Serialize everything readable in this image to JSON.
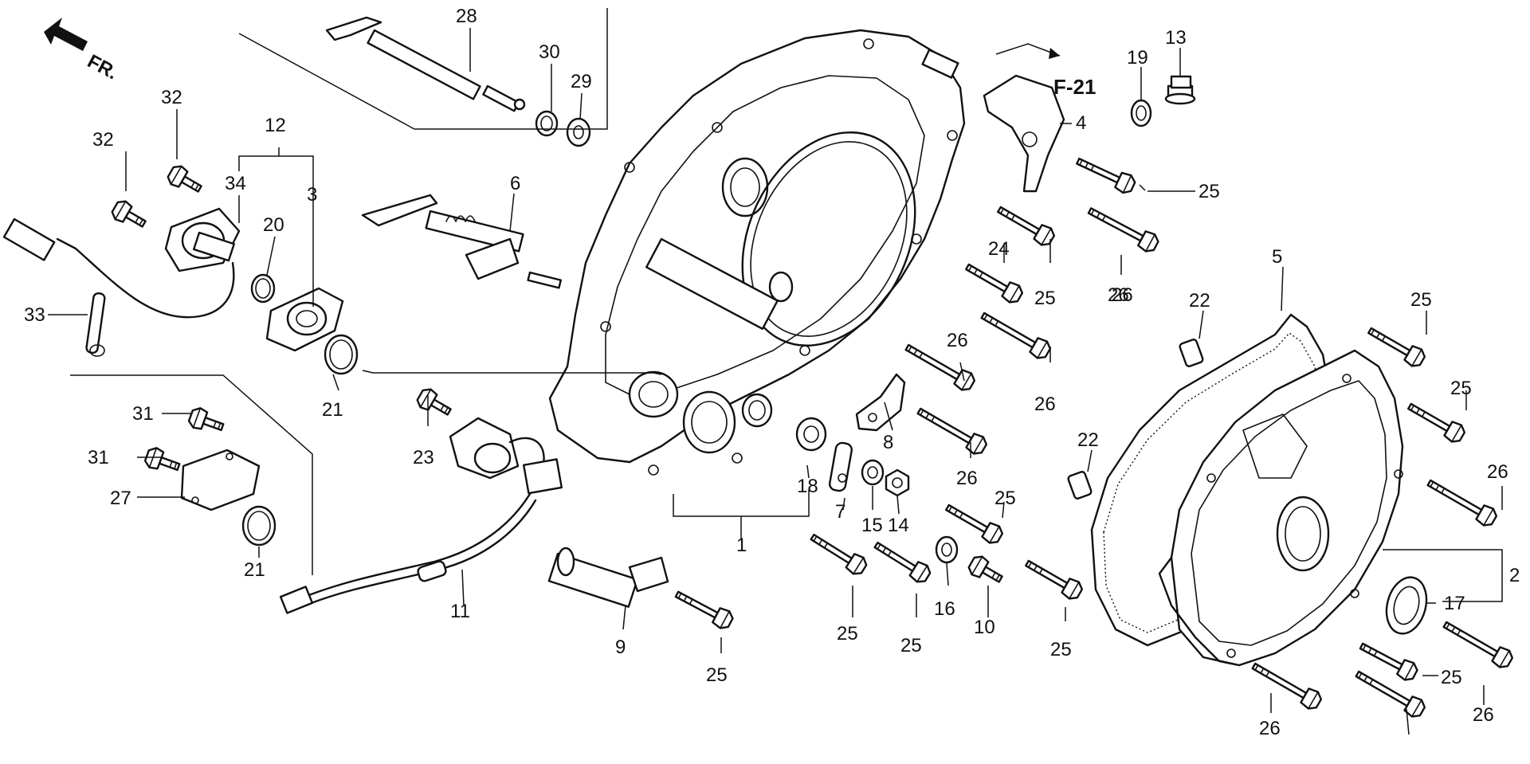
{
  "arrow_label": "FR.",
  "reference_label": "F-21",
  "callouts": {
    "c1": "1",
    "c2": "2",
    "c3": "3",
    "c4": "4",
    "c5": "5",
    "c6": "6",
    "c7": "7",
    "c8": "8",
    "c9": "9",
    "c10": "10",
    "c11": "11",
    "c12": "12",
    "c13": "13",
    "c14": "14",
    "c15": "15",
    "c16": "16",
    "c17": "17",
    "c18": "18",
    "c19": "19",
    "c20": "20",
    "c21a": "21",
    "c21b": "21",
    "c22a": "22",
    "c22b": "22",
    "c23": "23",
    "c24": "24",
    "c25a": "25",
    "c25b": "25",
    "c25c": "25",
    "c25d": "25",
    "c25e": "25",
    "c25f": "25",
    "c25g": "25",
    "c25h": "25",
    "c25i": "25",
    "c25j": "25",
    "c26a": "26",
    "c26b": "26",
    "c26c": "26",
    "c26d": "26",
    "c26e": "26",
    "c26f": "26",
    "c26g": "26",
    "c26h": "26",
    "c27": "27",
    "c28": "28",
    "c29": "29",
    "c30": "30",
    "c31a": "31",
    "c31b": "31",
    "c32a": "32",
    "c32b": "32",
    "c33": "33",
    "c34": "34"
  }
}
